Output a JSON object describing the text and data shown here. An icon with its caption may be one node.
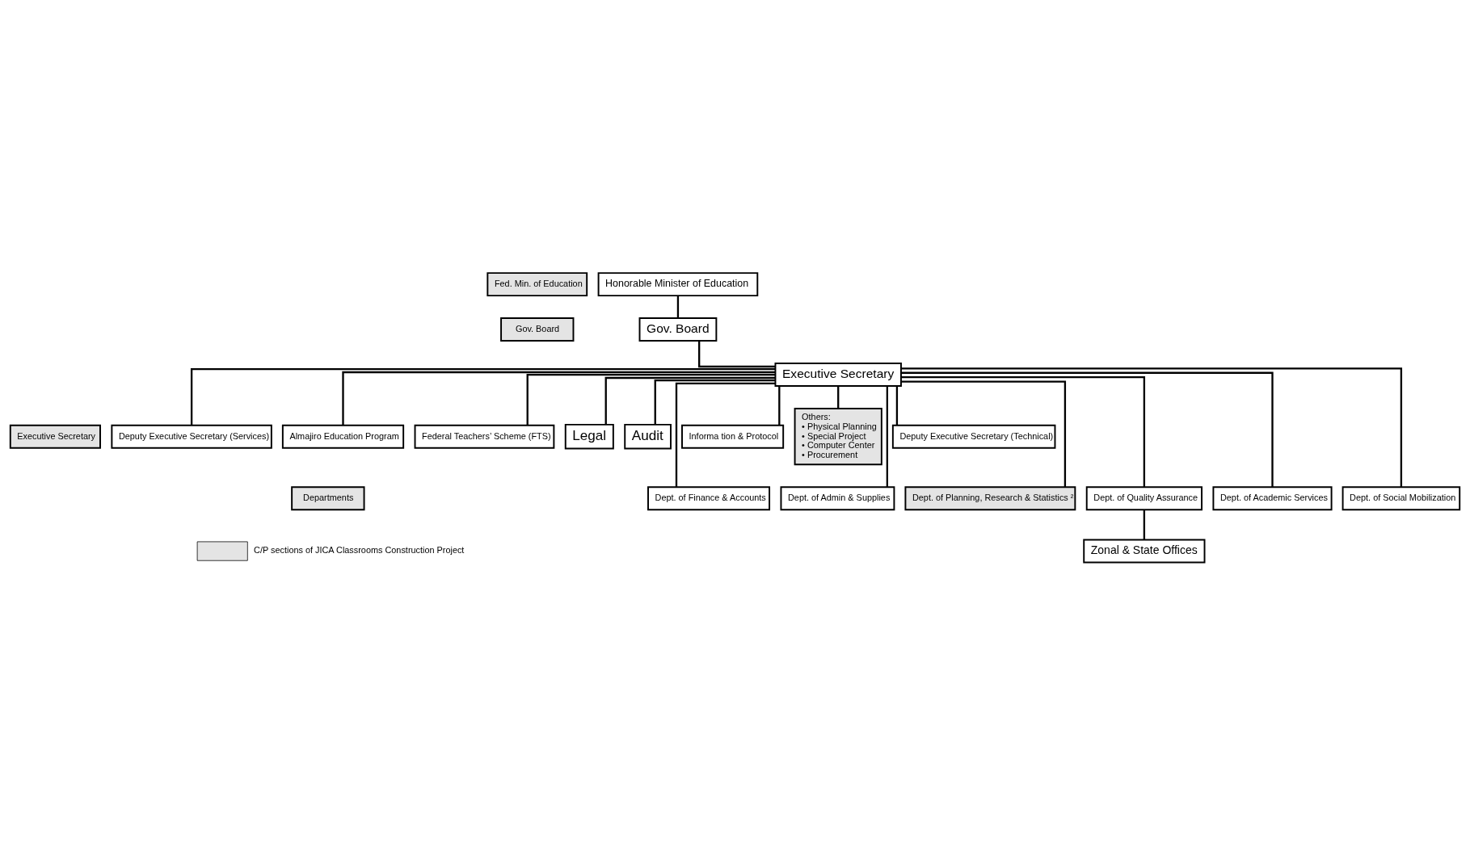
{
  "diagram": {
    "nodes": [
      {
        "text": [
          "Fed. Min. of Education"
        ]
      },
      {
        "text": [
          "Honorable Minister of Education"
        ]
      },
      {
        "text": [
          "Gov. Board"
        ]
      },
      {
        "text": [
          "Gov. Board"
        ]
      },
      {
        "text": [
          "Executive Secretary"
        ]
      },
      {
        "text": [
          "Executive Secretary"
        ]
      },
      {
        "text": [
          "Deputy Executive Secretary (Services)"
        ]
      },
      {
        "text": [
          "Deputy Executive Secretary (Technical)"
        ]
      },
      {
        "text": [
          "Almajiro Education Program"
        ]
      },
      {
        "text": [
          "Federal Teachers’ Scheme (FTS)"
        ]
      },
      {
        "text": [
          "Legal"
        ]
      },
      {
        "text": [
          "Audit"
        ]
      },
      {
        "text": [
          "Informa tion & Protocol"
        ]
      },
      {
        "text": [
          "Others:",
          "• Physical Planning",
          "• Special Project",
          "• Computer Center",
          "• Procurement"
        ]
      },
      {
        "text": [
          "Departments"
        ]
      },
      {
        "text": [
          "Dept. of Finance & Accounts"
        ]
      },
      {
        "text": [
          "Dept. of Admin & Supplies"
        ]
      },
      {
        "text": [
          "Dept. of Planning, Research & Statistics ²"
        ]
      },
      {
        "text": [
          "Dept. of Quality Assurance"
        ]
      },
      {
        "text": [
          "Dept. of Academic Services"
        ]
      },
      {
        "text": [
          "Dept. of Social Mobilization"
        ]
      },
      {
        "text": [
          "Zonal & State Offices"
        ]
      }
    ],
    "edges": [
      {
        "from": 1,
        "to": 3,
        "arrow": "none"
      },
      {
        "from": 3,
        "to": 4,
        "arrow": "none"
      },
      {
        "from": 4,
        "to": 6,
        "arrow": "none"
      },
      {
        "from": 4,
        "to": 7,
        "arrow": "none"
      },
      {
        "from": 4,
        "to": 8,
        "arrow": "none"
      },
      {
        "from": 4,
        "to": 9,
        "arrow": "none"
      },
      {
        "from": 4,
        "to": 10,
        "arrow": "none"
      },
      {
        "from": 4,
        "to": 11,
        "arrow": "none"
      },
      {
        "from": 4,
        "to": 12,
        "arrow": "none"
      },
      {
        "from": 4,
        "to": 13,
        "arrow": "none"
      },
      {
        "from": 4,
        "to": 15,
        "arrow": "none"
      },
      {
        "from": 4,
        "to": 16,
        "arrow": "none"
      },
      {
        "from": 4,
        "to": 17,
        "arrow": "none"
      },
      {
        "from": 4,
        "to": 18,
        "arrow": "none"
      },
      {
        "from": 4,
        "to": 19,
        "arrow": "none"
      },
      {
        "from": 4,
        "to": 20,
        "arrow": "none"
      },
      {
        "from": 18,
        "to": 21,
        "arrow": "none"
      }
    ],
    "legend": [
      {
        "text": "C/P sections of JICA Classrooms Construction Project"
      }
    ]
  }
}
